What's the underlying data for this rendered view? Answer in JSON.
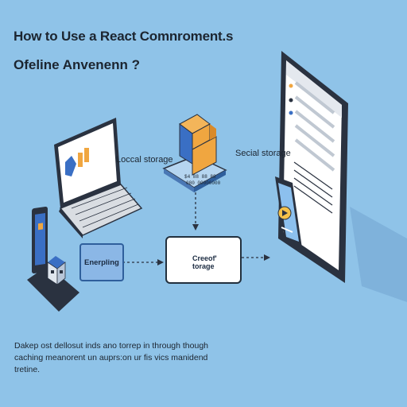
{
  "header": {
    "title": "How to Use a React Comnroment.s",
    "subtitle": "Ofeline Anvenenn ?"
  },
  "labels": {
    "local_storage": "Loccal storage",
    "social_storage": "Secial storage",
    "enerpling": "Enerpling",
    "creeof_storage": "Creeof' torage"
  },
  "description": {
    "line1": "Dakep ost dellosut inds ano torrep in through though",
    "line2": "caching meanorent un auprs:on ur fis vics manidend",
    "line3": "tretine."
  },
  "colors": {
    "background": "#8fc3e8",
    "accent_blue": "#3a6fc4",
    "accent_orange": "#f0a640",
    "outline": "#22303e"
  }
}
